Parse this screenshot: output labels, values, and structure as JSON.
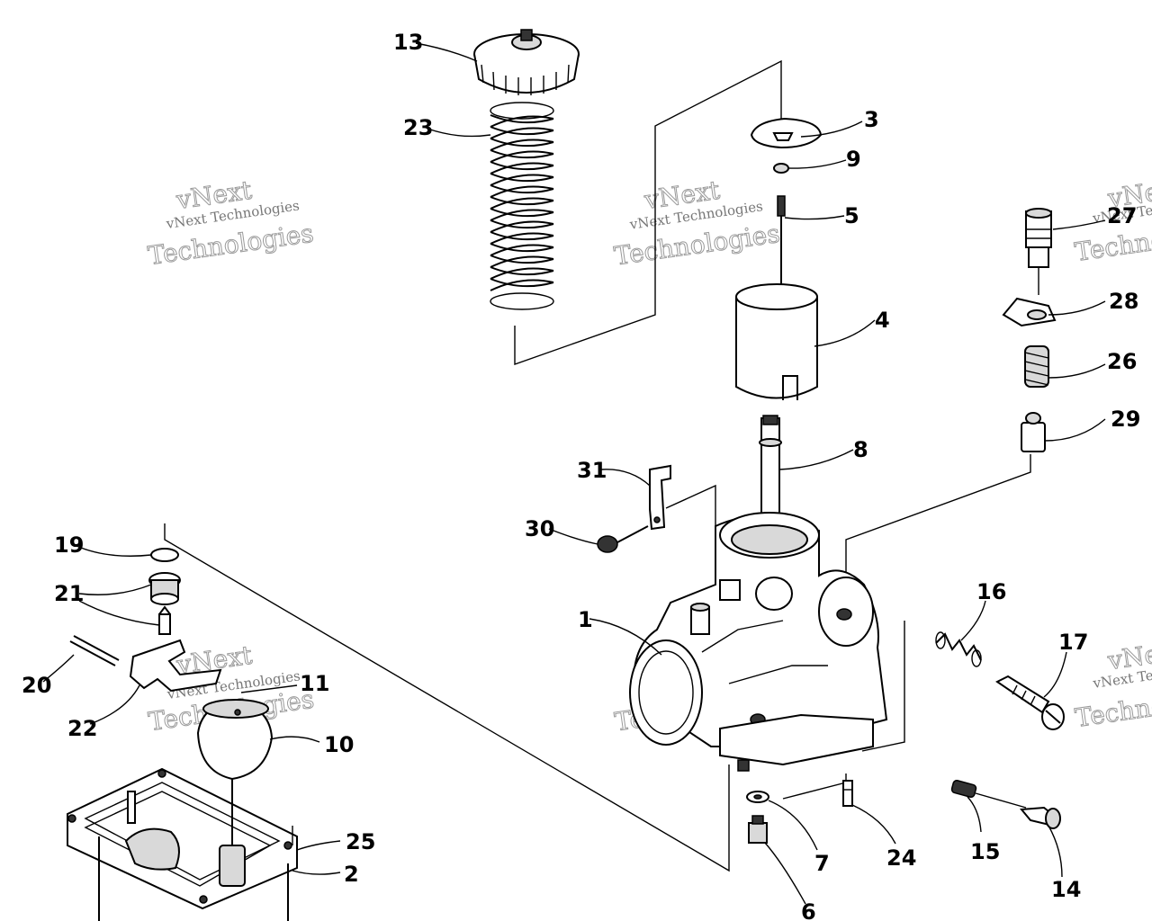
{
  "callouts": {
    "c1": "1",
    "c2": "2",
    "c3": "3",
    "c4": "4",
    "c5": "5",
    "c6": "6",
    "c7": "7",
    "c8": "8",
    "c9": "9",
    "c10": "10",
    "c11": "11",
    "c13": "13",
    "c14": "14",
    "c15": "15",
    "c16": "16",
    "c17": "17",
    "c19": "19",
    "c20": "20",
    "c21": "21",
    "c22": "22",
    "c23": "23",
    "c24": "24",
    "c25": "25",
    "c26": "26",
    "c27": "27",
    "c28": "28",
    "c29": "29",
    "c30": "30",
    "c31": "31"
  },
  "watermark": {
    "line1": "vNext",
    "line2": "vNext Technologies",
    "line3": "Technologies"
  }
}
